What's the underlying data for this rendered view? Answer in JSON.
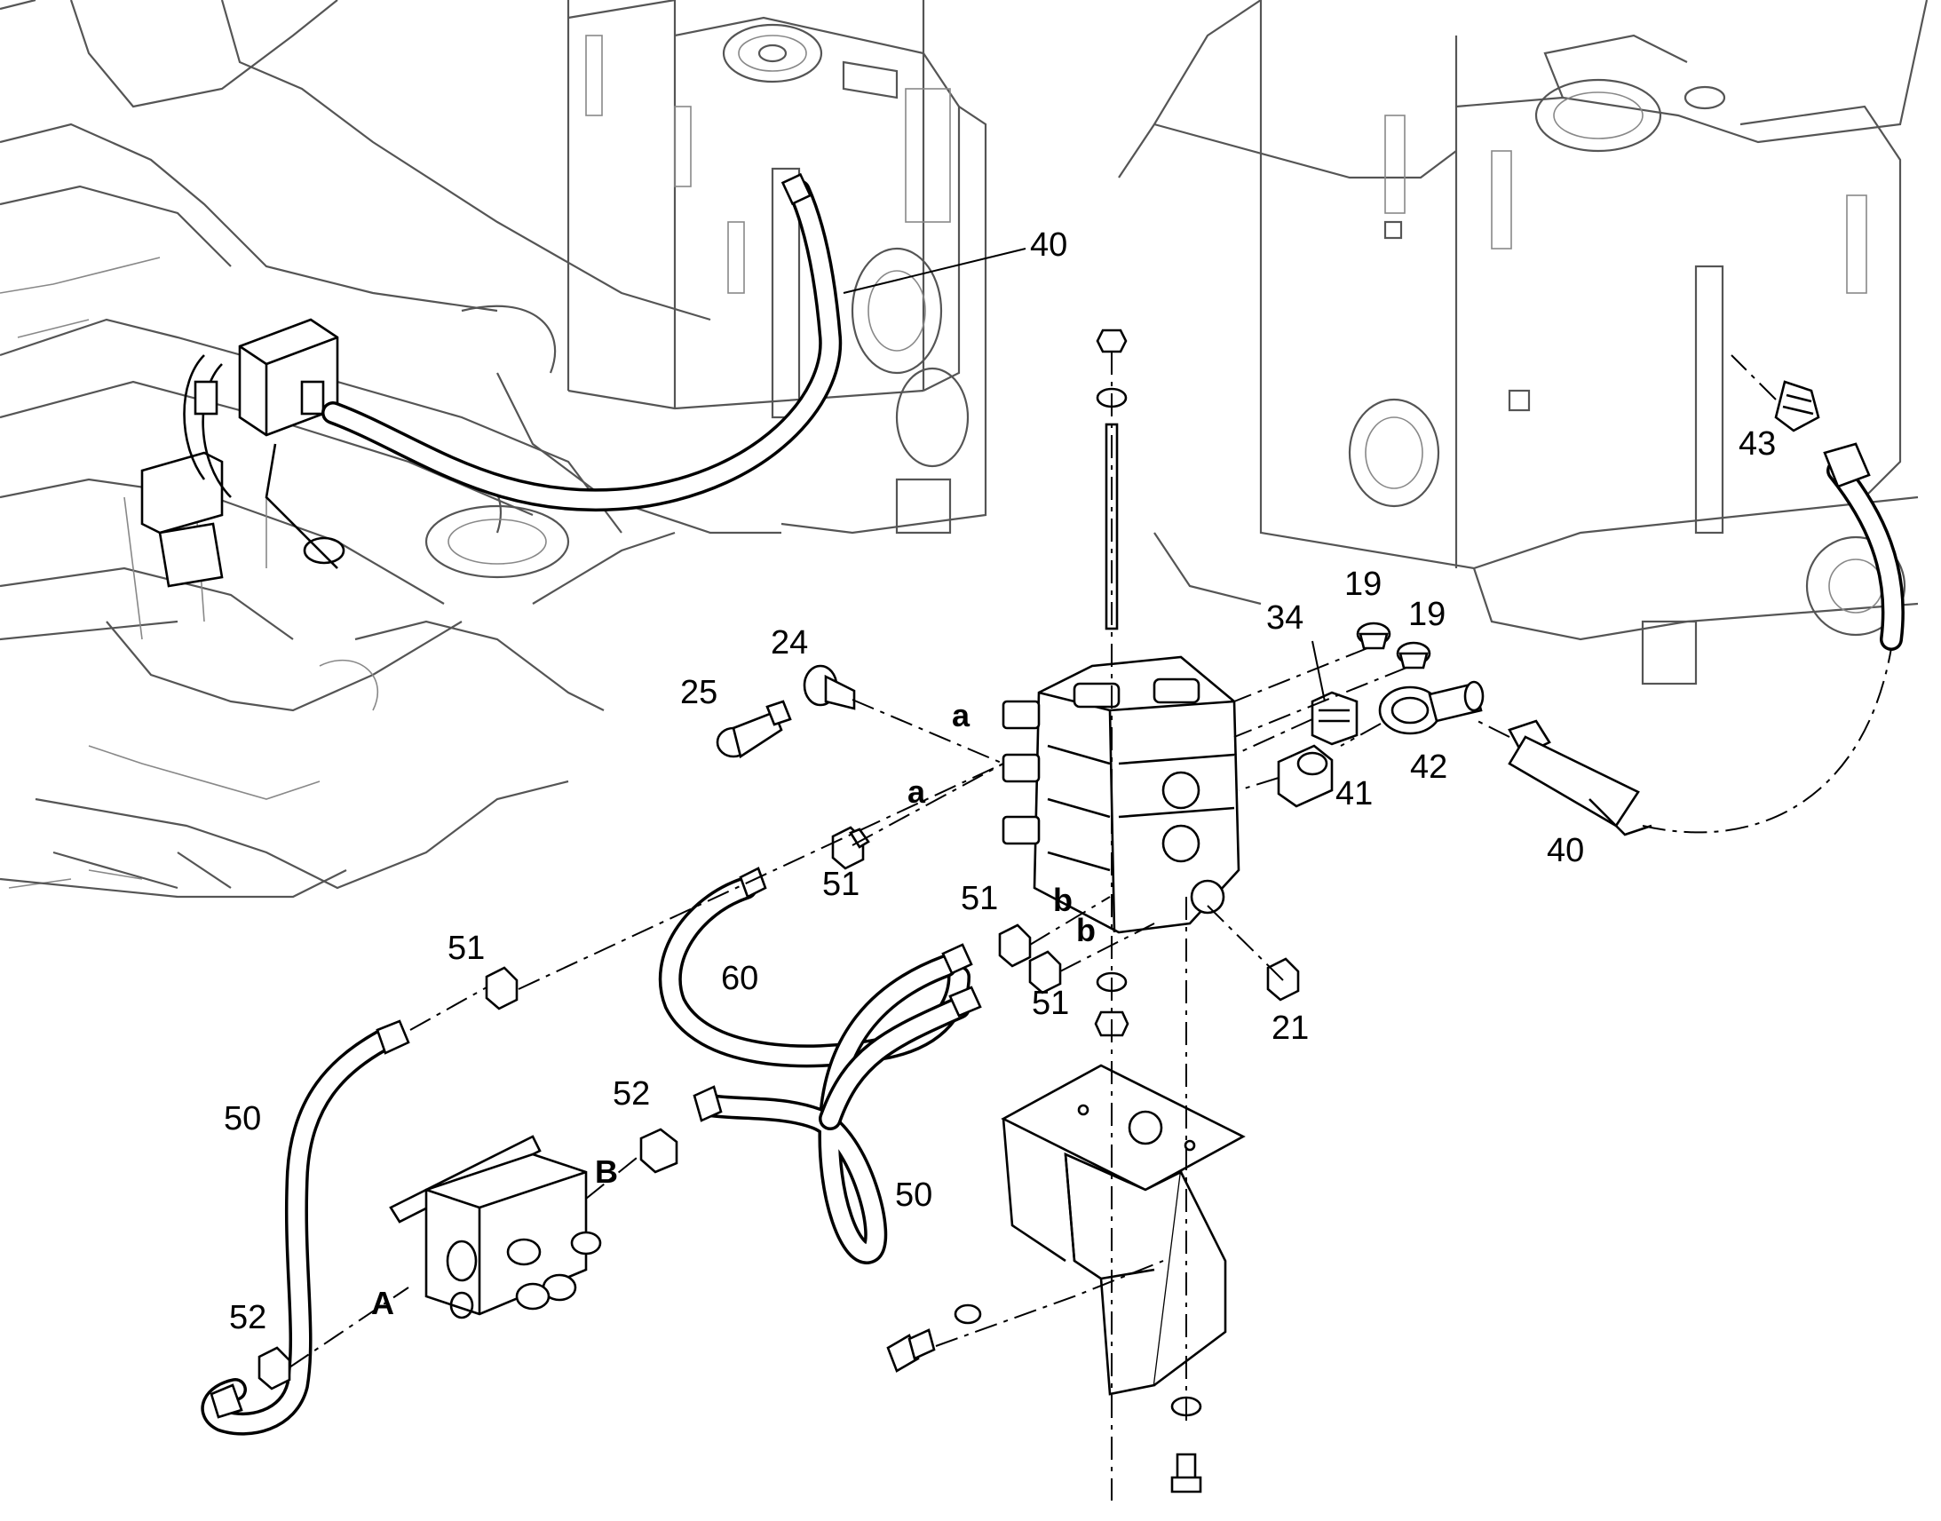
{
  "callouts": {
    "c40_top": "40",
    "c43": "43",
    "c19_a": "19",
    "c19_b": "19",
    "c34": "34",
    "c24": "24",
    "c25": "25",
    "c42": "42",
    "c41": "41",
    "c40_bot": "40",
    "c51_a": "51",
    "c51_b": "51",
    "c51_c": "51",
    "c51_d": "51",
    "c60": "60",
    "c21": "21",
    "c50_a": "50",
    "c50_b": "50",
    "c52_a": "52",
    "c52_b": "52"
  },
  "letters": {
    "a1": "a",
    "a2": "a",
    "b1": "b",
    "b2": "b",
    "A": "A",
    "B": "B"
  }
}
